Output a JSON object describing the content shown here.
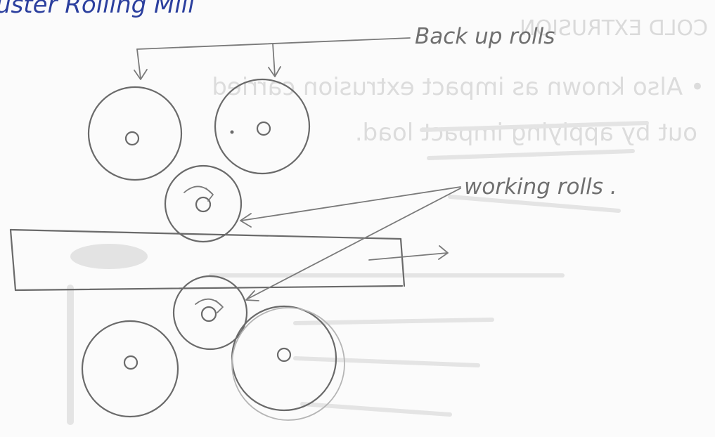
{
  "diagram": {
    "title": "uster Rolling Mill",
    "labels": {
      "backup_rolls": "Back up rolls",
      "working_rolls": "working rolls ."
    },
    "bleed_through": {
      "line1": "COLD EXTRUSION",
      "line2": "• Also known as impact extrusion carried",
      "line3": "out by applying impact load."
    }
  },
  "colors": {
    "pencil": "#6a6a6a",
    "ink_blue": "#2b3f9e",
    "paper": "#fbfbfb"
  }
}
